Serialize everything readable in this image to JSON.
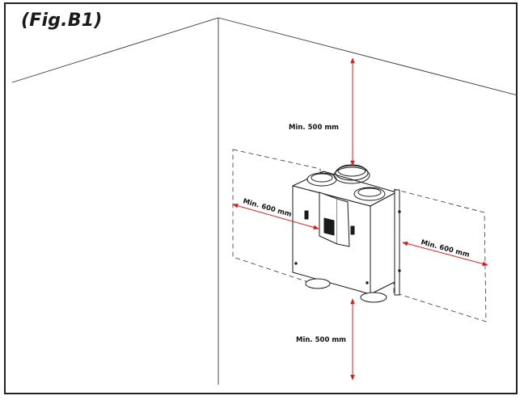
{
  "figure": {
    "title": "(Fig.B1)"
  },
  "dimensions": {
    "top_clearance": "Min. 500 mm",
    "bottom_clearance": "Min. 500 mm",
    "left_clearance": "Min. 600 mm",
    "right_clearance": "Min. 600 mm"
  },
  "colors": {
    "frame": "#222222",
    "lines": "#333333",
    "dimension_arrow": "#d62020",
    "unit_body": "#ffffff"
  }
}
